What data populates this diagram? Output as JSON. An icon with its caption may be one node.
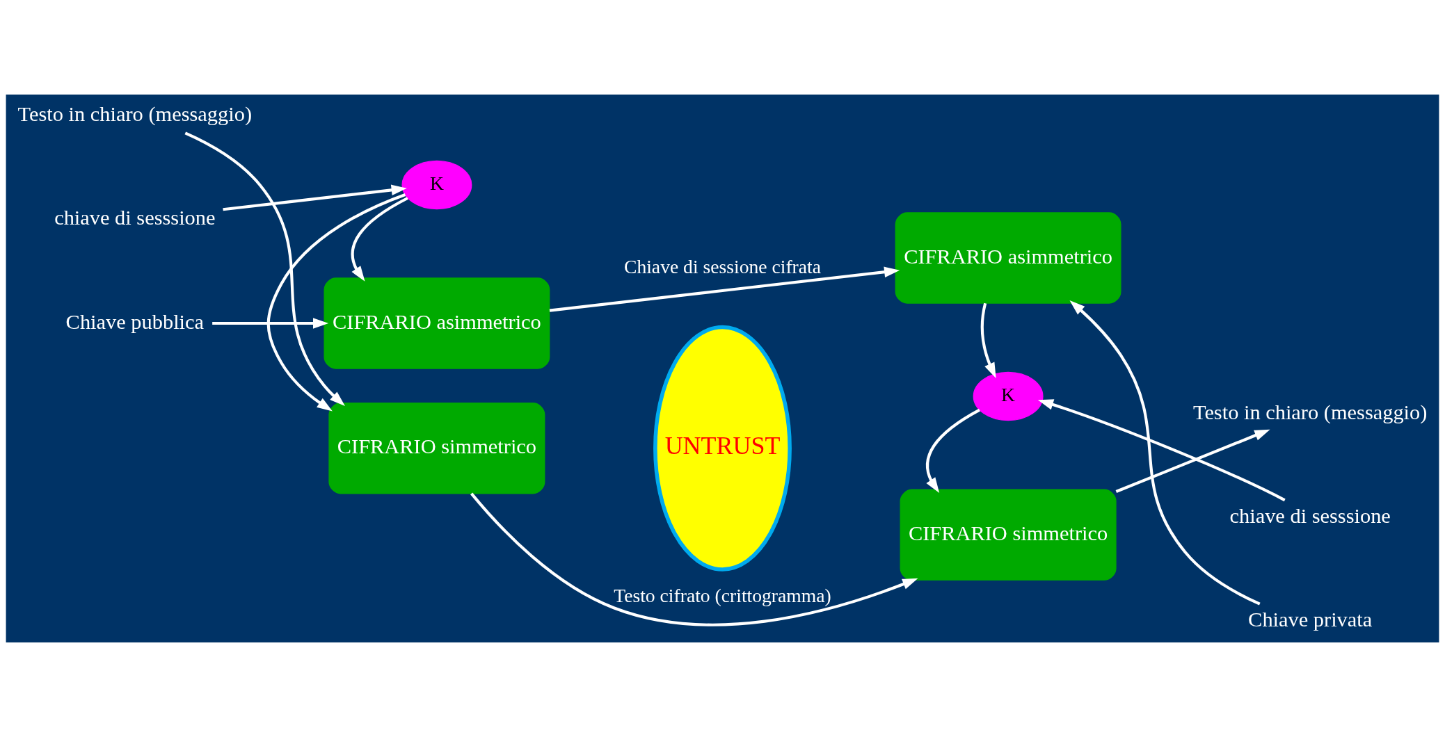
{
  "diagram": {
    "nodes": [
      {
        "text": [
          "Testo in chiaro (messaggio)"
        ]
      },
      {
        "text": [
          "chiave di sesssione"
        ]
      },
      {
        "text": [
          "Chiave pubblica"
        ]
      },
      {
        "text": [
          "CIFRARIO simmetrico"
        ]
      },
      {
        "text": [
          "K"
        ]
      },
      {
        "text": [
          "CIFRARIO asimmetrico"
        ]
      },
      {
        "text": [
          "UNTRUST"
        ]
      },
      {
        "text": [
          "CIFRARIO simmetrico"
        ]
      },
      {
        "text": [
          "K"
        ]
      },
      {
        "text": [
          "CIFRARIO asimmetrico"
        ]
      },
      {
        "text": [
          "Testo in chiaro (messaggio)"
        ]
      },
      {
        "text": [
          "chiave di sesssione"
        ]
      },
      {
        "text": [
          "Chiave privata"
        ]
      }
    ],
    "edges": [
      {
        "from": 0,
        "to": 3,
        "arrow": "to"
      },
      {
        "from": 1,
        "to": 4,
        "arrow": "to"
      },
      {
        "from": 4,
        "to": 3,
        "arrow": "to"
      },
      {
        "from": 4,
        "to": 5,
        "arrow": "to"
      },
      {
        "from": 2,
        "to": 5,
        "arrow": "to"
      },
      {
        "from": 3,
        "to": 7,
        "arrow": "to",
        "label": "Testo cifrato (crittogramma)"
      },
      {
        "from": 5,
        "to": 9,
        "arrow": "to",
        "label": "Chiave di sessione cifrata"
      },
      {
        "from": 7,
        "to": 10,
        "arrow": "to"
      },
      {
        "from": 11,
        "to": 8,
        "arrow": "to"
      },
      {
        "from": 9,
        "to": 8,
        "arrow": "to"
      },
      {
        "from": 8,
        "to": 7,
        "arrow": "to"
      },
      {
        "from": 12,
        "to": 9,
        "arrow": "to"
      }
    ]
  }
}
